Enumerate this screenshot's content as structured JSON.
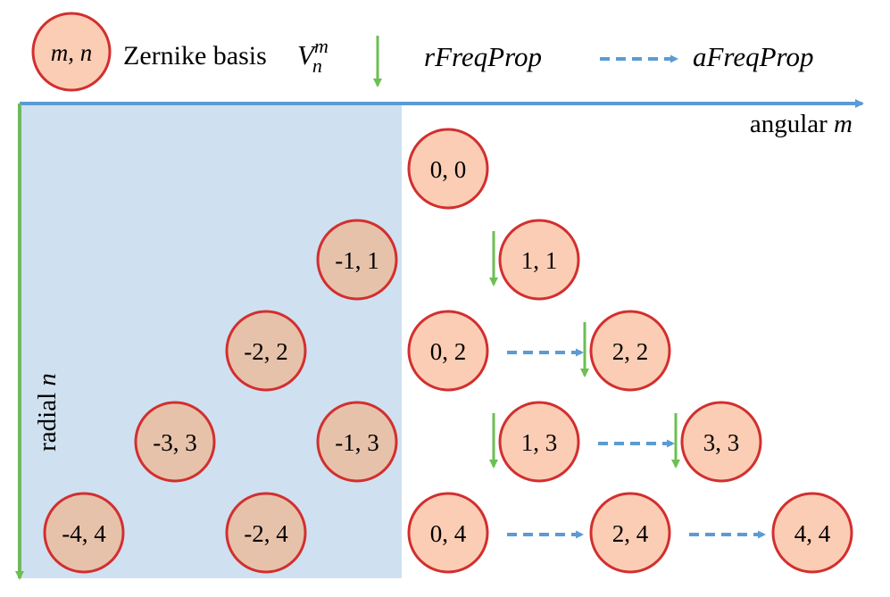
{
  "legend": {
    "node_sample": {
      "m": "m",
      "n": "n"
    },
    "basis_label": "Zernike basis",
    "basis_symbol": {
      "base": "V",
      "sub": "n",
      "sup": "m"
    },
    "radial_prop": "rFreqProp",
    "angular_prop": "aFreqProp"
  },
  "axes": {
    "angular": {
      "word": "angular",
      "var": "m"
    },
    "radial": {
      "word": "radial",
      "var": "n"
    }
  },
  "colors": {
    "node_fill_right": "#fbcdb4",
    "node_fill_left": "#e7c2aa",
    "node_stroke": "#d22f2f",
    "left_region": "#cfe1f0",
    "axis_blue": "#5b9bd5",
    "axis_green": "#70b85f",
    "arrow_green": "#6cbf52",
    "arrow_blue_dashed": "#5b9bd5"
  },
  "nodes": [
    {
      "label": "0, 0",
      "m": 0,
      "n": 0
    },
    {
      "label": "-1, 1",
      "m": -1,
      "n": 1
    },
    {
      "label": "1, 1",
      "m": 1,
      "n": 1
    },
    {
      "label": "-2, 2",
      "m": -2,
      "n": 2
    },
    {
      "label": "0, 2",
      "m": 0,
      "n": 2
    },
    {
      "label": "2, 2",
      "m": 2,
      "n": 2
    },
    {
      "label": "-3, 3",
      "m": -3,
      "n": 3
    },
    {
      "label": "-1, 3",
      "m": -1,
      "n": 3
    },
    {
      "label": "1, 3",
      "m": 1,
      "n": 3
    },
    {
      "label": "3, 3",
      "m": 3,
      "n": 3
    },
    {
      "label": "-4, 4",
      "m": -4,
      "n": 4
    },
    {
      "label": "-2, 4",
      "m": -2,
      "n": 4
    },
    {
      "label": "0, 4",
      "m": 0,
      "n": 4
    },
    {
      "label": "2, 4",
      "m": 2,
      "n": 4
    },
    {
      "label": "4, 4",
      "m": 4,
      "n": 4
    }
  ],
  "radial_arrows": [
    {
      "from": "0, 0",
      "to": "0, 2"
    },
    {
      "from": "1, 1",
      "to": "1, 3"
    },
    {
      "from": "0, 2",
      "to": "0, 4"
    },
    {
      "from": "2, 2",
      "to": "2, 4"
    }
  ],
  "angular_arrows": [
    {
      "from": "0, 2",
      "to": "2, 2"
    },
    {
      "from": "1, 3",
      "to": "3, 3"
    },
    {
      "from": "0, 4",
      "to": "2, 4"
    },
    {
      "from": "2, 4",
      "to": "4, 4"
    }
  ]
}
